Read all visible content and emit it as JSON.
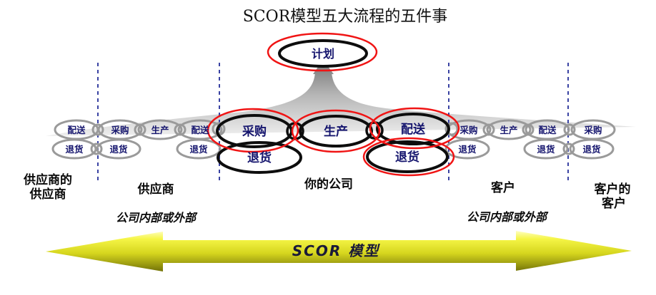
{
  "title": "SCOR模型五大流程的五件事",
  "plan": {
    "label": "计划"
  },
  "chain": {
    "gray_top": [
      {
        "label": "配送"
      },
      {
        "label": "采购"
      },
      {
        "label": "生产"
      },
      {
        "label": "配送"
      },
      {
        "label": "采购"
      },
      {
        "label": "生产"
      },
      {
        "label": "配送"
      },
      {
        "label": "采购"
      }
    ],
    "gray_bottom": [
      {
        "label": "退货"
      },
      {
        "label": "退货"
      },
      {
        "label": "退货"
      },
      {
        "label": "退货"
      },
      {
        "label": "退货"
      },
      {
        "label": "退货"
      }
    ],
    "main_top": [
      {
        "label": "采购"
      },
      {
        "label": "生产"
      },
      {
        "label": "配送"
      }
    ],
    "main_bottom": [
      {
        "label": "退货"
      },
      {
        "label": "退货"
      }
    ]
  },
  "sections": [
    {
      "line1": "供应商的",
      "line2": "供应商"
    },
    {
      "line1": "供应商"
    },
    {
      "line1": "你的公司"
    },
    {
      "line1": "客户"
    },
    {
      "line1": "客户的",
      "line2": "客户"
    }
  ],
  "scope_notes": {
    "left": "公司内部或外部",
    "right": "公司内部或外部"
  },
  "arrow": {
    "label": "SCOR 模型"
  },
  "colors": {
    "highlight_red": "#f01414",
    "chain_gray": "#9a9a9a",
    "main_black": "#0d0d0d",
    "process_text_navy": "#15156e",
    "boundary_dash_blue": "#3a43a3",
    "arrow_yellow_light": "#f5f546",
    "arrow_olive_dark": "#737308",
    "funnel_gray_dark": "#737373",
    "funnel_gray_light": "#efefef"
  }
}
